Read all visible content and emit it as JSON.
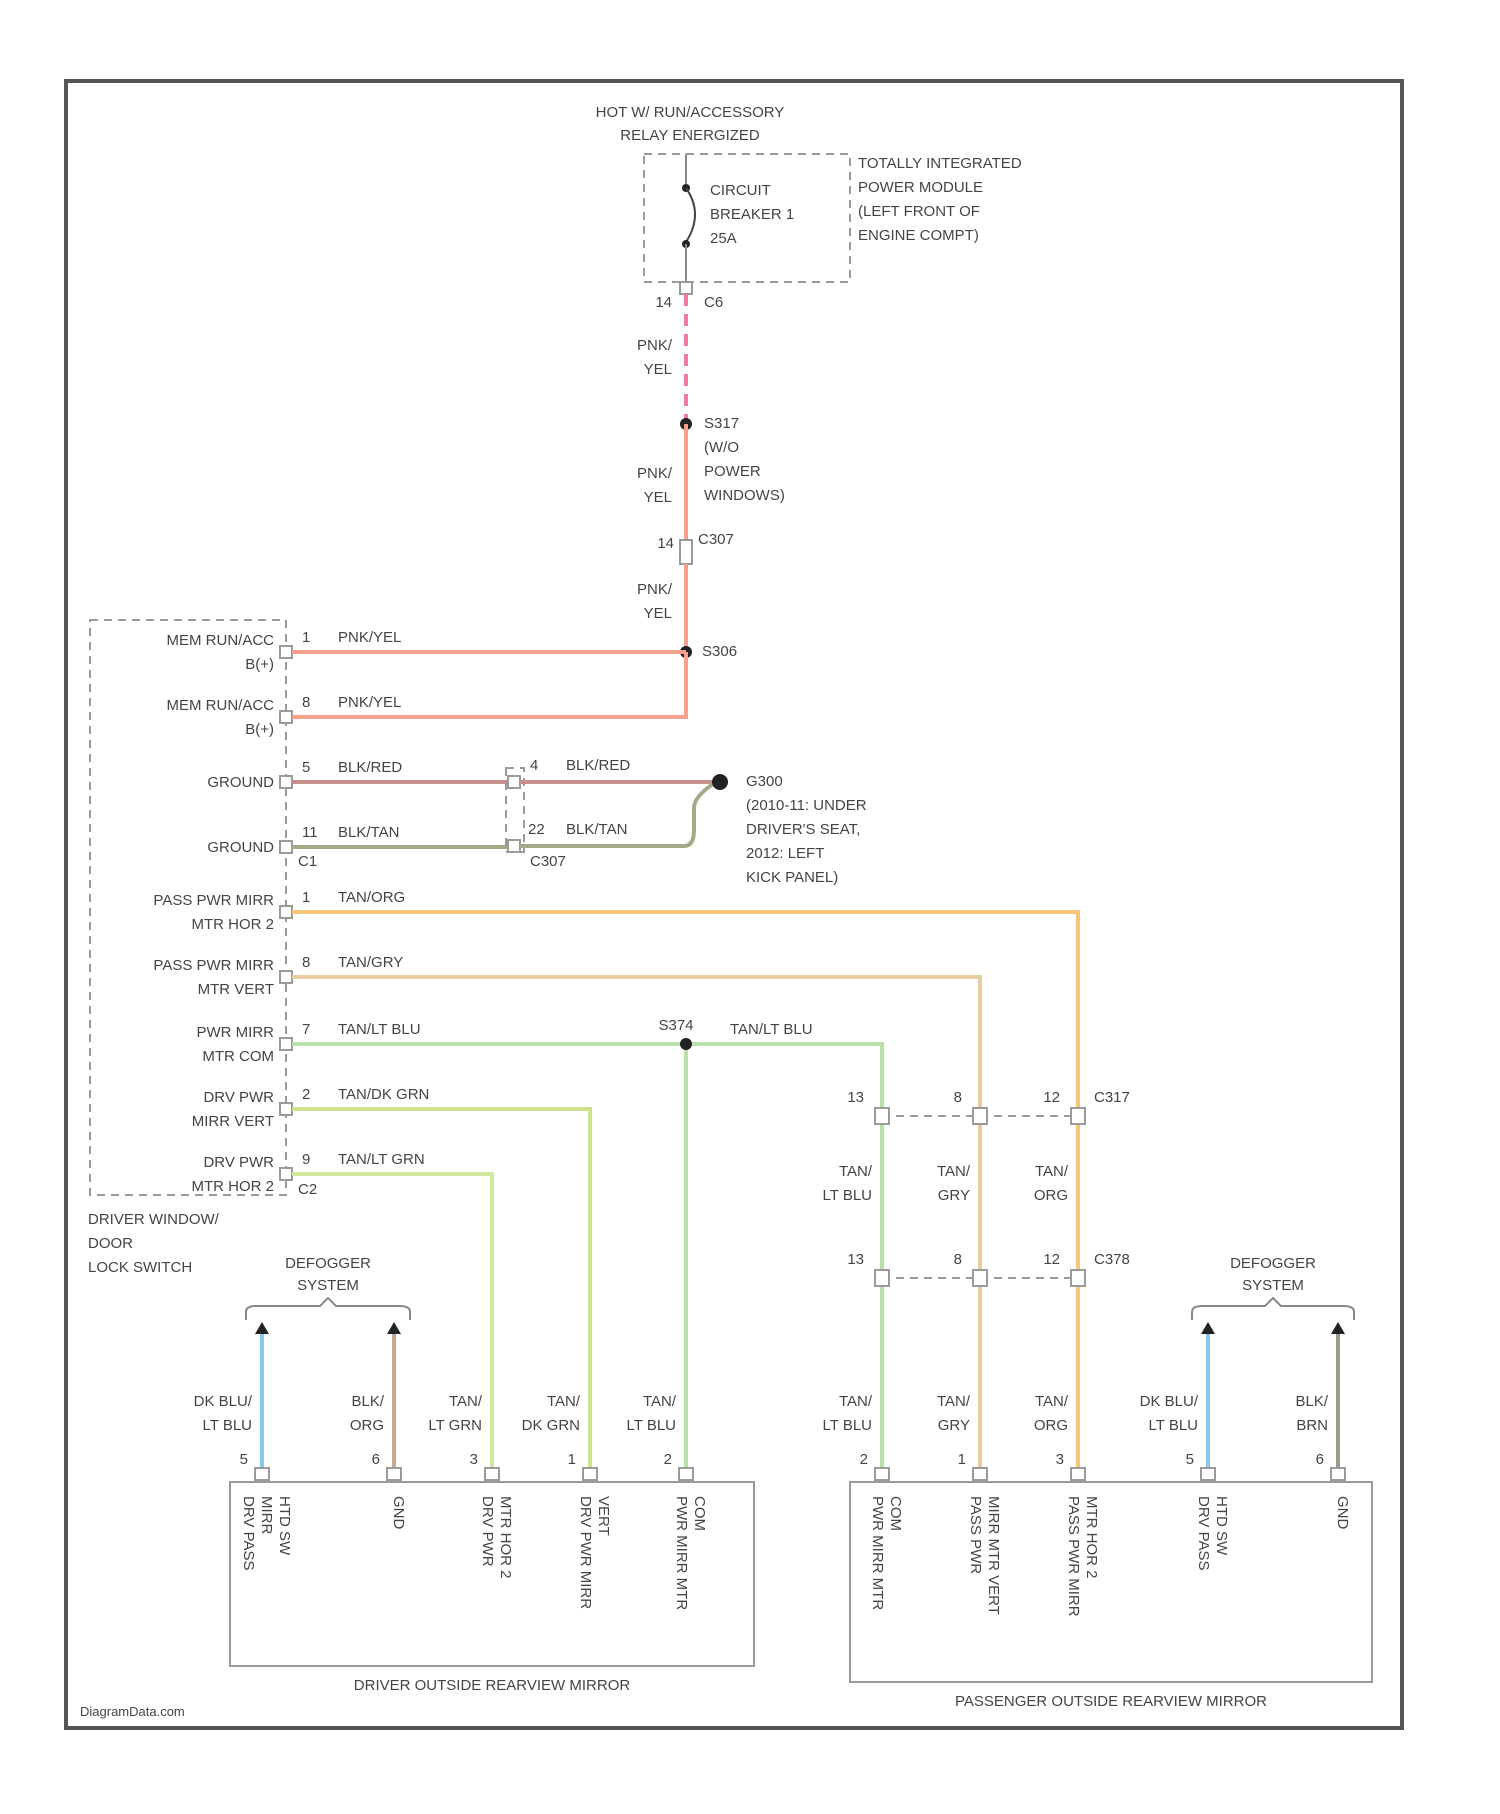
{
  "top": {
    "supply": [
      "HOT W/ RUN/ACCESSORY",
      "RELAY ENERGIZED"
    ],
    "module": [
      "TOTALLY INTEGRATED",
      "POWER MODULE",
      "(LEFT FRONT OF",
      "ENGINE COMPT)"
    ],
    "breaker": [
      "CIRCUIT",
      "BREAKER 1",
      "25A"
    ],
    "breaker_pin": "14",
    "breaker_conn": "C6"
  },
  "trunk": {
    "wire_a": [
      "PNK/",
      "YEL"
    ],
    "splice1": [
      "S317",
      "(W/O",
      "POWER",
      "WINDOWS)"
    ],
    "wire_b": [
      "PNK/",
      "YEL"
    ],
    "conn_pin": "14",
    "conn": "C307",
    "wire_c": [
      "PNK/",
      "YEL"
    ],
    "splice2": "S306"
  },
  "switch": {
    "name": [
      "DRIVER WINDOW/",
      "DOOR",
      "LOCK SWITCH"
    ],
    "conn_c1": "C1",
    "conn_c2": "C2",
    "pins": [
      {
        "label": [
          "MEM RUN/ACC",
          "B(+)"
        ],
        "pin": "1",
        "wire": "PNK/YEL",
        "color": "#f4a08c"
      },
      {
        "label": [
          "MEM RUN/ACC",
          "B(+)"
        ],
        "pin": "8",
        "wire": "PNK/YEL",
        "color": "#f4a08c"
      },
      {
        "label": [
          "GROUND"
        ],
        "pin": "5",
        "wire": "BLK/RED",
        "color": "#c7908c"
      },
      {
        "label": [
          "GROUND"
        ],
        "pin": "11",
        "wire": "BLK/TAN",
        "color": "#a6a88a"
      },
      {
        "label": [
          "PASS PWR MIRR",
          "MTR HOR 2"
        ],
        "pin": "1",
        "wire": "TAN/ORG",
        "color": "#f5c67c"
      },
      {
        "label": [
          "PASS PWR MIRR",
          "MTR VERT"
        ],
        "pin": "8",
        "wire": "TAN/GRY",
        "color": "#e9cda0"
      },
      {
        "label": [
          "PWR MIRR",
          "MTR COM"
        ],
        "pin": "7",
        "wire": "TAN/LT BLU",
        "color": "#b8e0a8"
      },
      {
        "label": [
          "DRV PWR",
          "MIRR VERT"
        ],
        "pin": "2",
        "wire": "TAN/DK GRN",
        "color": "#cde28e"
      },
      {
        "label": [
          "DRV PWR",
          "MTR HOR 2"
        ],
        "pin": "9",
        "wire": "TAN/LT GRN",
        "color": "#cfe79a"
      }
    ]
  },
  "ground": {
    "c307_pin_a": "4",
    "wire_a": "BLK/RED",
    "c307_pin_b": "22",
    "wire_b": "BLK/TAN",
    "conn": "C307",
    "label": [
      "G300",
      "(2010-11: UNDER",
      "DRIVER'S SEAT,",
      "2012: LEFT",
      "KICK PANEL)"
    ]
  },
  "splice_com": {
    "id": "S374",
    "wire": "TAN/LT BLU"
  },
  "pass_conn": {
    "upper": "C317",
    "lower": "C378",
    "pins": [
      "13",
      "8",
      "12"
    ],
    "wires": [
      [
        "TAN/",
        "LT BLU"
      ],
      [
        "TAN/",
        "GRY"
      ],
      [
        "TAN/",
        "ORG"
      ]
    ]
  },
  "driver_mirror": {
    "title": "DRIVER OUTSIDE REARVIEW MIRROR",
    "defogger": [
      "DEFOGGER",
      "SYSTEM"
    ],
    "wires": [
      [
        "DK BLU/",
        "LT BLU"
      ],
      [
        "BLK/",
        "ORG"
      ],
      [
        "TAN/",
        "LT GRN"
      ],
      [
        "TAN/",
        "DK GRN"
      ],
      [
        "TAN/",
        "LT BLU"
      ]
    ],
    "pins": [
      "5",
      "6",
      "3",
      "1",
      "2"
    ],
    "colors": [
      "#86c8ef",
      "#c8a894",
      "#cfe79a",
      "#cde28e",
      "#b8e0a8"
    ],
    "terminals": [
      [
        "DRV PASS",
        "MIRR",
        "HTD SW"
      ],
      [
        "GND"
      ],
      [
        "DRV PWR",
        "MTR HOR 2"
      ],
      [
        "DRV PWR MIRR",
        "VERT"
      ],
      [
        "PWR MIRR MTR",
        "COM"
      ]
    ]
  },
  "pass_mirror": {
    "title": "PASSENGER OUTSIDE REARVIEW MIRROR",
    "defogger": [
      "DEFOGGER",
      "SYSTEM"
    ],
    "wires": [
      [
        "TAN/",
        "LT BLU"
      ],
      [
        "TAN/",
        "GRY"
      ],
      [
        "TAN/",
        "ORG"
      ],
      [
        "DK BLU/",
        "LT BLU"
      ],
      [
        "BLK/",
        "BRN"
      ]
    ],
    "pins": [
      "2",
      "1",
      "3",
      "5",
      "6"
    ],
    "colors": [
      "#b8e0a8",
      "#e9cda0",
      "#f5c67c",
      "#86c8ef",
      "#9c9c86"
    ],
    "terminals": [
      [
        "PWR MIRR MTR",
        "COM"
      ],
      [
        "PASS PWR",
        "MIRR MTR VERT"
      ],
      [
        "PASS PWR MIRR",
        "MTR HOR 2"
      ],
      [
        "DRV PASS",
        "HTD SW"
      ],
      [
        "GND"
      ]
    ]
  },
  "watermark": "DiagramData.com",
  "colors": {
    "pink_dash": "#f07a9b",
    "pink_yel": "#f4a08c"
  }
}
